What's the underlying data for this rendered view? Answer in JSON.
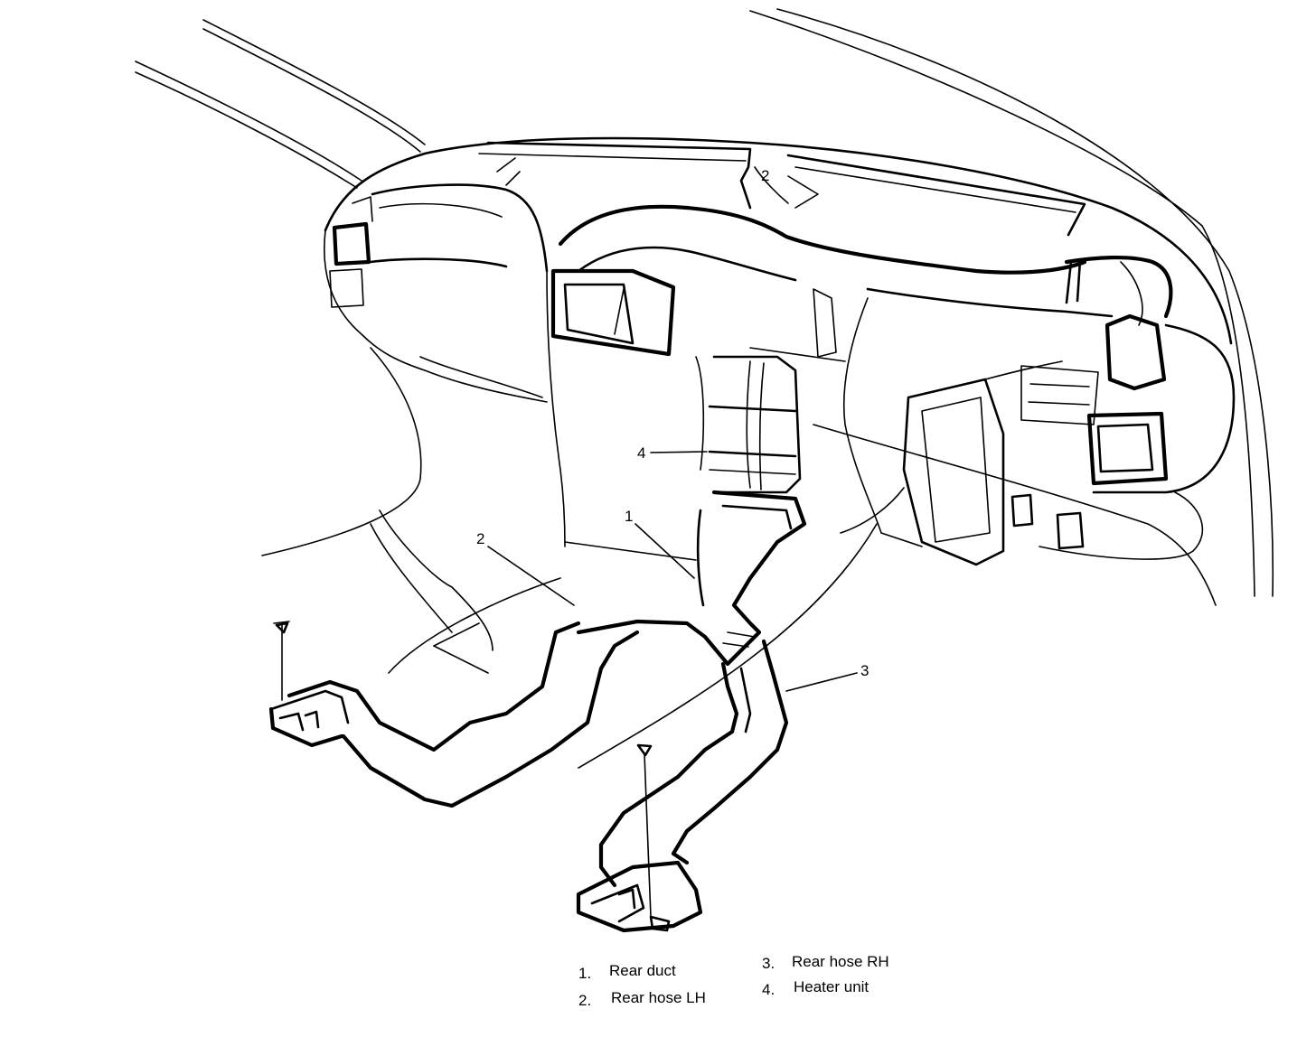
{
  "callouts": [
    {
      "number": "1"
    },
    {
      "number": "2"
    },
    {
      "number": "3"
    },
    {
      "number": "4"
    }
  ],
  "legend": [
    {
      "number": "1.",
      "label": "Rear duct"
    },
    {
      "number": "2.",
      "label": "Rear hose LH"
    },
    {
      "number": "3.",
      "label": "Rear hose RH"
    },
    {
      "number": "4.",
      "label": "Heater unit"
    }
  ]
}
